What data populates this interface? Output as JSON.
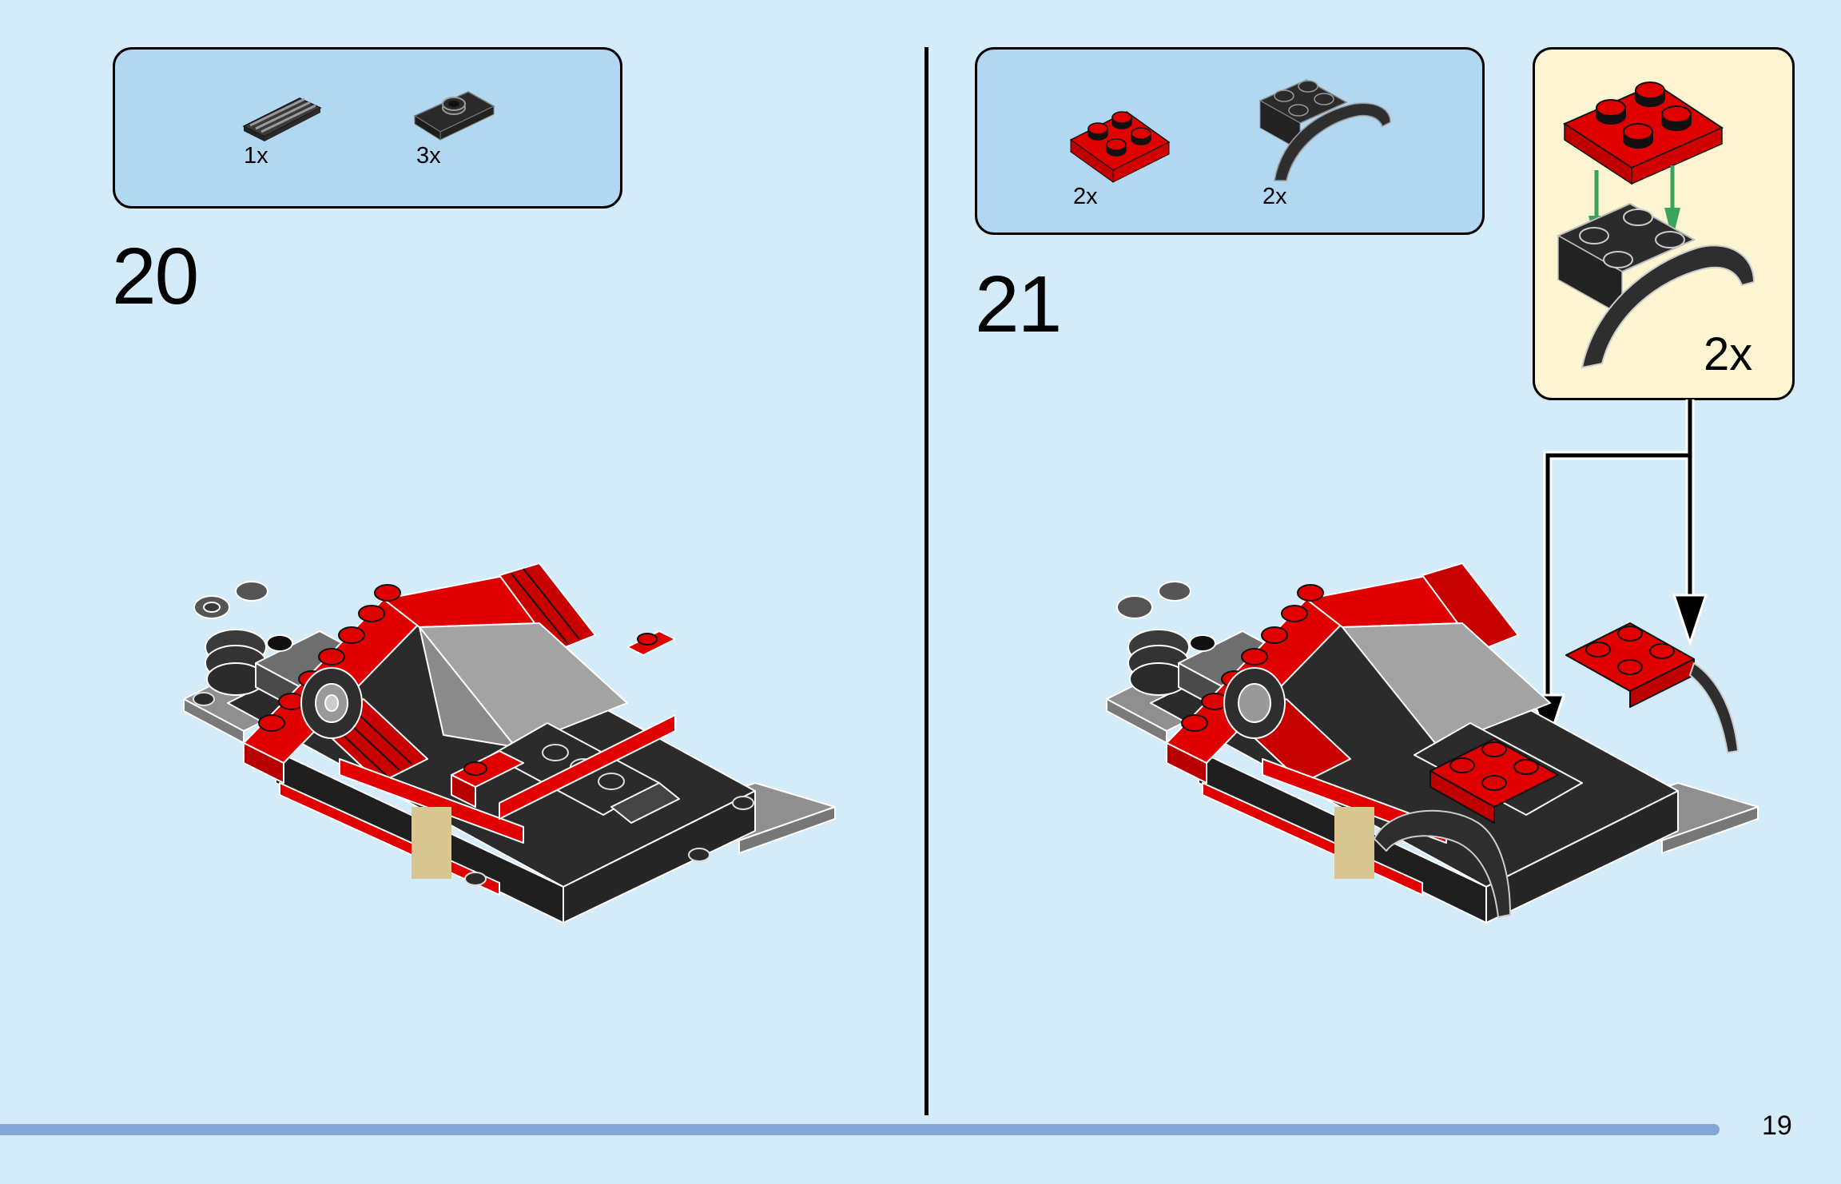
{
  "page": {
    "number": "19",
    "background": "#d4ebfa",
    "progress_bar_color": "#84a6d6"
  },
  "steps": [
    {
      "number": "20",
      "parts_list": [
        {
          "icon": "grille-tile-1x2-black-icon",
          "quantity": "1x",
          "color": "#2b2b2b"
        },
        {
          "icon": "jumper-plate-1x2-black-icon",
          "quantity": "3x",
          "color": "#2b2b2b"
        }
      ],
      "model_icon": "car-chassis-step20-icon"
    },
    {
      "number": "21",
      "parts_list": [
        {
          "icon": "plate-2x2-red-icon",
          "quantity": "2x",
          "color": "#e00000"
        },
        {
          "icon": "mudguard-2x4-black-icon",
          "quantity": "2x",
          "color": "#2b2b2b"
        }
      ],
      "subassembly": {
        "quantity": "2x",
        "background": "#fdf4d2",
        "arrow_color": "#3aa55a"
      },
      "model_icon": "car-chassis-step21-icon"
    }
  ],
  "colors": {
    "parts_box": "#b2d7f1",
    "lego_red": "#e00000",
    "lego_black": "#2b2b2b",
    "lego_gray": "#9c9c9c",
    "tan": "#d9c58f"
  }
}
